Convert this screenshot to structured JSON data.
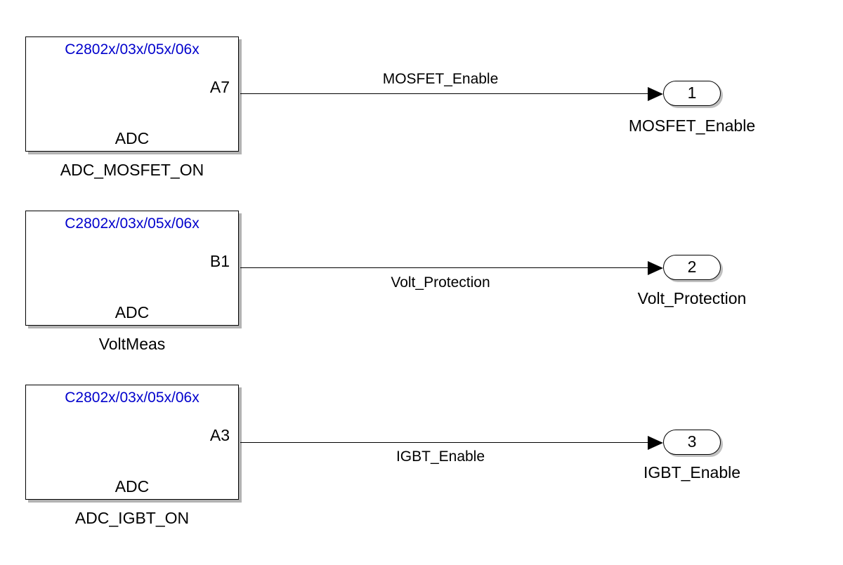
{
  "rows": [
    {
      "block": {
        "target": "C2802x/03x/05x/06x",
        "port": "A7",
        "type": "ADC",
        "name": "ADC_MOSFET_ON"
      },
      "signal": "MOSFET_Enable",
      "outport": {
        "number": "1",
        "name": "MOSFET_Enable"
      }
    },
    {
      "block": {
        "target": "C2802x/03x/05x/06x",
        "port": "B1",
        "type": "ADC",
        "name": "VoltMeas"
      },
      "signal": "Volt_Protection",
      "outport": {
        "number": "2",
        "name": "Volt_Protection"
      }
    },
    {
      "block": {
        "target": "C2802x/03x/05x/06x",
        "port": "A3",
        "type": "ADC",
        "name": "ADC_IGBT_ON"
      },
      "signal": "IGBT_Enable",
      "outport": {
        "number": "3",
        "name": "IGBT_Enable"
      }
    }
  ],
  "colors": {
    "target_text": "#0000cc",
    "line": "#000000",
    "shadow": "#b3b3b3"
  }
}
